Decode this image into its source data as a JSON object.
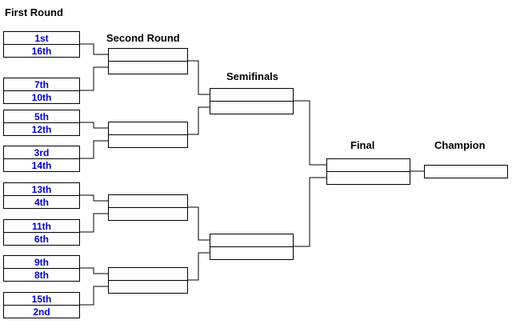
{
  "labels": {
    "first_round": "First Round",
    "second_round": "Second Round",
    "semifinals": "Semifinals",
    "final": "Final",
    "champion": "Champion"
  },
  "first_round_matches": [
    {
      "top_seed": "1st",
      "bottom_seed": "16th"
    },
    {
      "top_seed": "7th",
      "bottom_seed": "10th"
    },
    {
      "top_seed": "5th",
      "bottom_seed": "12th"
    },
    {
      "top_seed": "3rd",
      "bottom_seed": "14th"
    },
    {
      "top_seed": "13th",
      "bottom_seed": "4th"
    },
    {
      "top_seed": "11th",
      "bottom_seed": "6th"
    },
    {
      "top_seed": "9th",
      "bottom_seed": "8th"
    },
    {
      "top_seed": "15th",
      "bottom_seed": "2nd"
    }
  ],
  "colors": {
    "seed_text": "#0000CC",
    "box_border": "#000000",
    "connector": "#000000",
    "label_text": "#000000",
    "background": "#FFFFFF"
  }
}
